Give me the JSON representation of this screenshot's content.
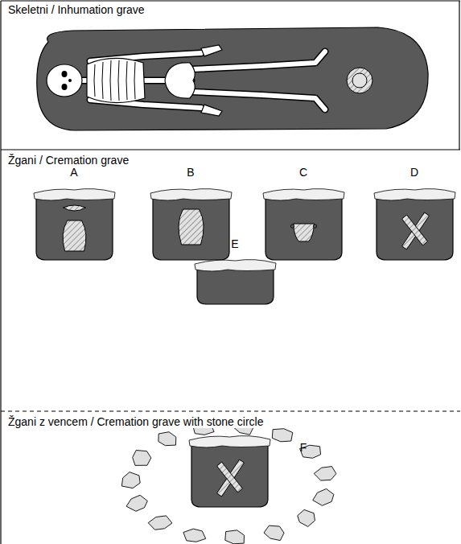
{
  "diagram": {
    "nodes": [
      {
        "text": [
          "Skeletni / Inhumation grave"
        ]
      },
      {
        "text": [
          "Žgani / Cremation grave"
        ]
      },
      {
        "text": [
          "Žgani z vencem / Cremation grave with stone circle"
        ]
      }
    ],
    "labels": [
      "A",
      "B",
      "C",
      "D",
      "E",
      "F"
    ]
  }
}
